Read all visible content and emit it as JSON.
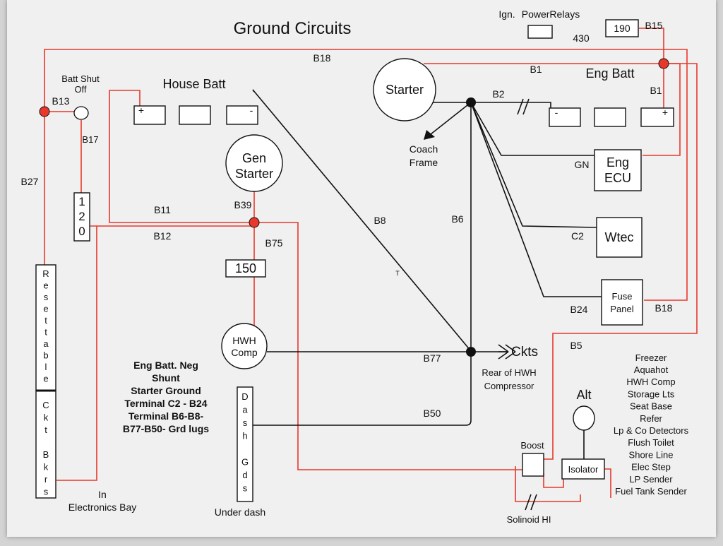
{
  "title": "Ground Circuits",
  "labels": {
    "ign": "Ign.",
    "power_relays": "PowerRelays",
    "relay_190": "190",
    "b15": "B15",
    "r430": "430",
    "b18_top": "B18",
    "b1_top": "B1",
    "eng_batt": "Eng Batt",
    "b1_side": "B1",
    "batt_shut": "Batt Shut",
    "off": "Off",
    "b13": "B13",
    "b17": "B17",
    "b27": "B27",
    "house_batt": "House Batt",
    "plus": "+",
    "minus": "-",
    "starter": "Starter",
    "b2": "B2",
    "coach": "Coach",
    "frame": "Frame",
    "gen": "Gen",
    "gen_starter": "Starter",
    "gn": "GN",
    "eng_ecu_1": "Eng",
    "eng_ecu_2": "ECU",
    "b11": "B11",
    "b39": "B39",
    "b12": "B12",
    "b75": "B75",
    "b8": "B8",
    "b6": "B6",
    "c2": "C2",
    "wtec": "Wtec",
    "box150": "150",
    "t": "T",
    "fuse": "Fuse",
    "panel": "Panel",
    "b24": "B24",
    "b18_side": "B18",
    "b5": "B5",
    "hwh": "HWH",
    "comp": "Comp",
    "b77": "B77",
    "ckts": "Ckts",
    "rear_hwh": "Rear of HWH",
    "compressor": "Compressor",
    "b50": "B50",
    "alt": "Alt",
    "boost": "Boost",
    "isolator": "Isolator",
    "solinoid": "Solinoid HI",
    "in": "In",
    "electronics_bay": "Electronics Bay",
    "under_dash": "Under dash"
  },
  "relay120_chars": [
    "1",
    "2",
    "0"
  ],
  "resettable_chars": [
    "R",
    "e",
    "s",
    "e",
    "t",
    "t",
    "a",
    "b",
    "l",
    "e"
  ],
  "ckt_bkrs_chars": [
    "C",
    "k",
    "t",
    "",
    "B",
    "k",
    "r",
    "s"
  ],
  "dash_gds_chars": [
    "D",
    "a",
    "s",
    "h",
    "",
    "G",
    "d",
    "s"
  ],
  "shunt_note": [
    "Eng Batt. Neg",
    "Shunt",
    "Starter Ground",
    "Terminal C2 - B24",
    "Terminal B6-B8-",
    "B77-B50- Grd lugs"
  ],
  "circuits": {
    "header": "Freezer",
    "items": [
      "Aquahot",
      "HWH Comp",
      "Storage Lts",
      "Seat Base",
      "Refer",
      "Lp & Co Detectors",
      "Flush Toilet",
      "Shore Line",
      "Elec Step",
      "LP Sender",
      "Fuel Tank Sender"
    ]
  },
  "colors": {
    "wire_red": "#e8382b",
    "wire_black": "#111111",
    "node_red": "#e8382b",
    "freezer_red": "#e8382b"
  }
}
